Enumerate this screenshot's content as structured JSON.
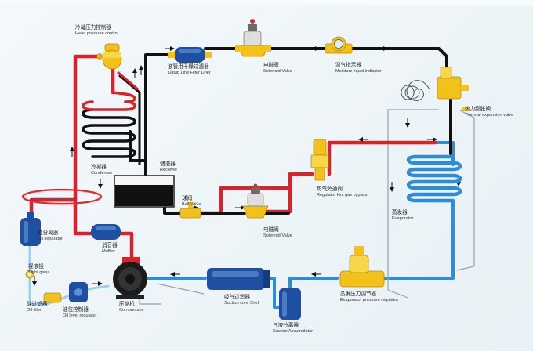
{
  "labels": {
    "head_pressure": {
      "zh": "冷凝压力控制器",
      "en": "Head pressure control"
    },
    "filter_drier": {
      "zh": "液管用干燥过滤器",
      "en": "Liquid Line Filter Drier"
    },
    "solenoid_top": {
      "zh": "电磁阀",
      "en": "Solenoid Valve"
    },
    "moisture": {
      "zh": "湿气指示器",
      "en": "Moisture liquid indicator"
    },
    "thermal_valve": {
      "zh": "热力膨胀阀",
      "en": "Thermal expansion valve"
    },
    "condenser": {
      "zh": "冷凝器",
      "en": "Condenser"
    },
    "receiver": {
      "zh": "储液器",
      "en": "Receiver"
    },
    "ball_valve": {
      "zh": "球阀",
      "en": "Ball Valve"
    },
    "solenoid_mid": {
      "zh": "电磁阀",
      "en": "Solenoid Valve"
    },
    "hot_gas": {
      "zh": "热气旁通阀",
      "en": "Regulator Hot gas bypass"
    },
    "evaporator": {
      "zh": "蒸发器",
      "en": "Evaporator"
    },
    "oil_separator": {
      "zh": "油分离器",
      "en": "Oil separator"
    },
    "muffler": {
      "zh": "消音器",
      "en": "Muffler"
    },
    "sight_glass": {
      "zh": "视液镜",
      "en": "Sight glass"
    },
    "oil_filter": {
      "zh": "油过滤器",
      "en": "Oil filter"
    },
    "oil_level": {
      "zh": "油位控制器",
      "en": "Oil level regulator"
    },
    "compressor": {
      "zh": "压缩机",
      "en": "Compressor"
    },
    "suction_shell": {
      "zh": "吸气过滤器",
      "en": "Suction core Shell"
    },
    "evap_pressure": {
      "zh": "蒸发压力调节器",
      "en": "Evaporator pressure regulator"
    },
    "suction_accumulator": {
      "zh": "气液分离器",
      "en": "Suction Accumulator"
    }
  },
  "colors": {
    "hot_gas": "#d8232a",
    "liquid": "#111111",
    "suction": "#2a8fd8",
    "oil": "#9ad1ef",
    "brass": "#f2c21a",
    "component_blue": "#1f4fa0",
    "highlight_ellipse": "#e8262b"
  }
}
